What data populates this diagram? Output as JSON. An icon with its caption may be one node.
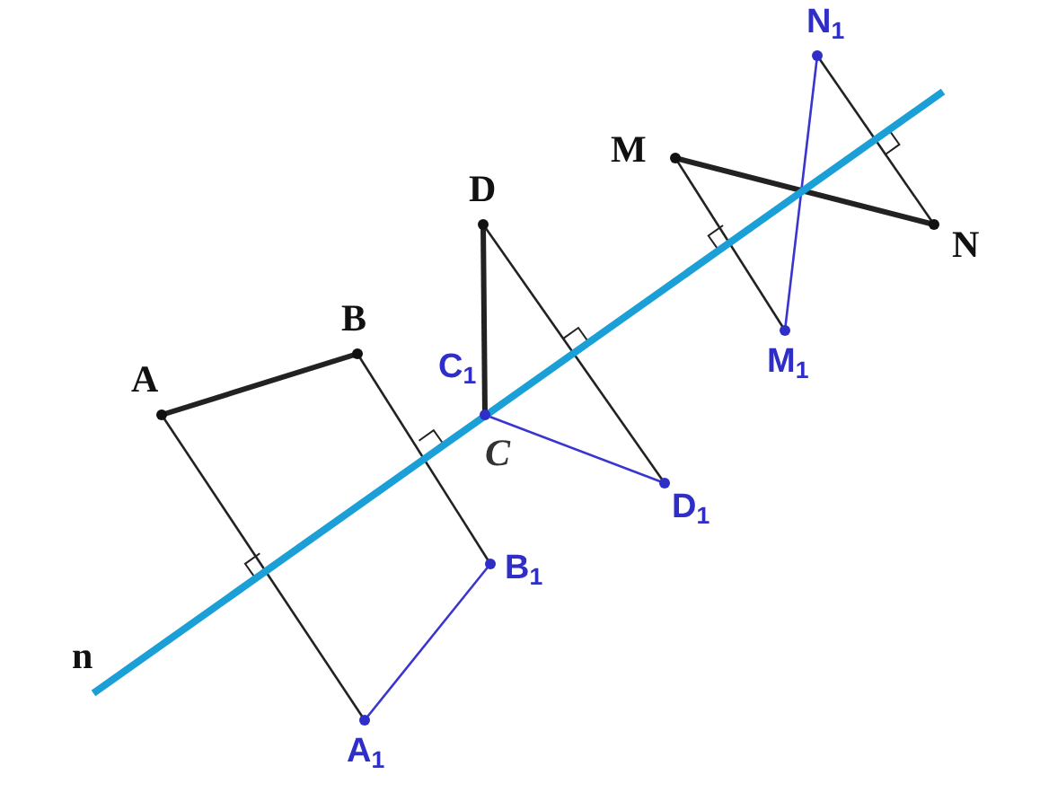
{
  "diagram": {
    "nodes": [
      {
        "text": [
          "A"
        ]
      },
      {
        "text": [
          "B"
        ]
      },
      {
        "text": [
          "A$_{1}$"
        ]
      },
      {
        "text": [
          "B$_{1}$"
        ]
      },
      {
        "text": [
          "D"
        ]
      },
      {
        "text": [
          "C$_{1}$",
          "C"
        ]
      },
      {
        "text": [
          "D$_{1}$"
        ]
      },
      {
        "text": [
          "M"
        ]
      },
      {
        "text": [
          "N"
        ]
      },
      {
        "text": [
          "M$_{1}$"
        ]
      },
      {
        "text": [
          "N$_{1}$"
        ]
      }
    ],
    "edges": [
      {
        "from": 0,
        "to": 1,
        "arrow": "none",
        "style": "thick"
      },
      {
        "from": 2,
        "to": 3,
        "arrow": "none",
        "color": "#3b35d0"
      },
      {
        "from": 0,
        "to": 2,
        "arrow": "none"
      },
      {
        "from": 1,
        "to": 3,
        "arrow": "none"
      },
      {
        "from": 5,
        "to": 4,
        "arrow": "none",
        "style": "thick"
      },
      {
        "from": 5,
        "to": 6,
        "arrow": "none",
        "color": "#3b35d0"
      },
      {
        "from": 4,
        "to": 6,
        "arrow": "none"
      },
      {
        "from": 7,
        "to": 8,
        "arrow": "none",
        "style": "thick"
      },
      {
        "from": 9,
        "to": 10,
        "arrow": "none",
        "color": "#3b35d0"
      },
      {
        "from": 7,
        "to": 9,
        "arrow": "none"
      },
      {
        "from": 8,
        "to": 10,
        "arrow": "none"
      }
    ],
    "labels": [
      "n"
    ]
  }
}
